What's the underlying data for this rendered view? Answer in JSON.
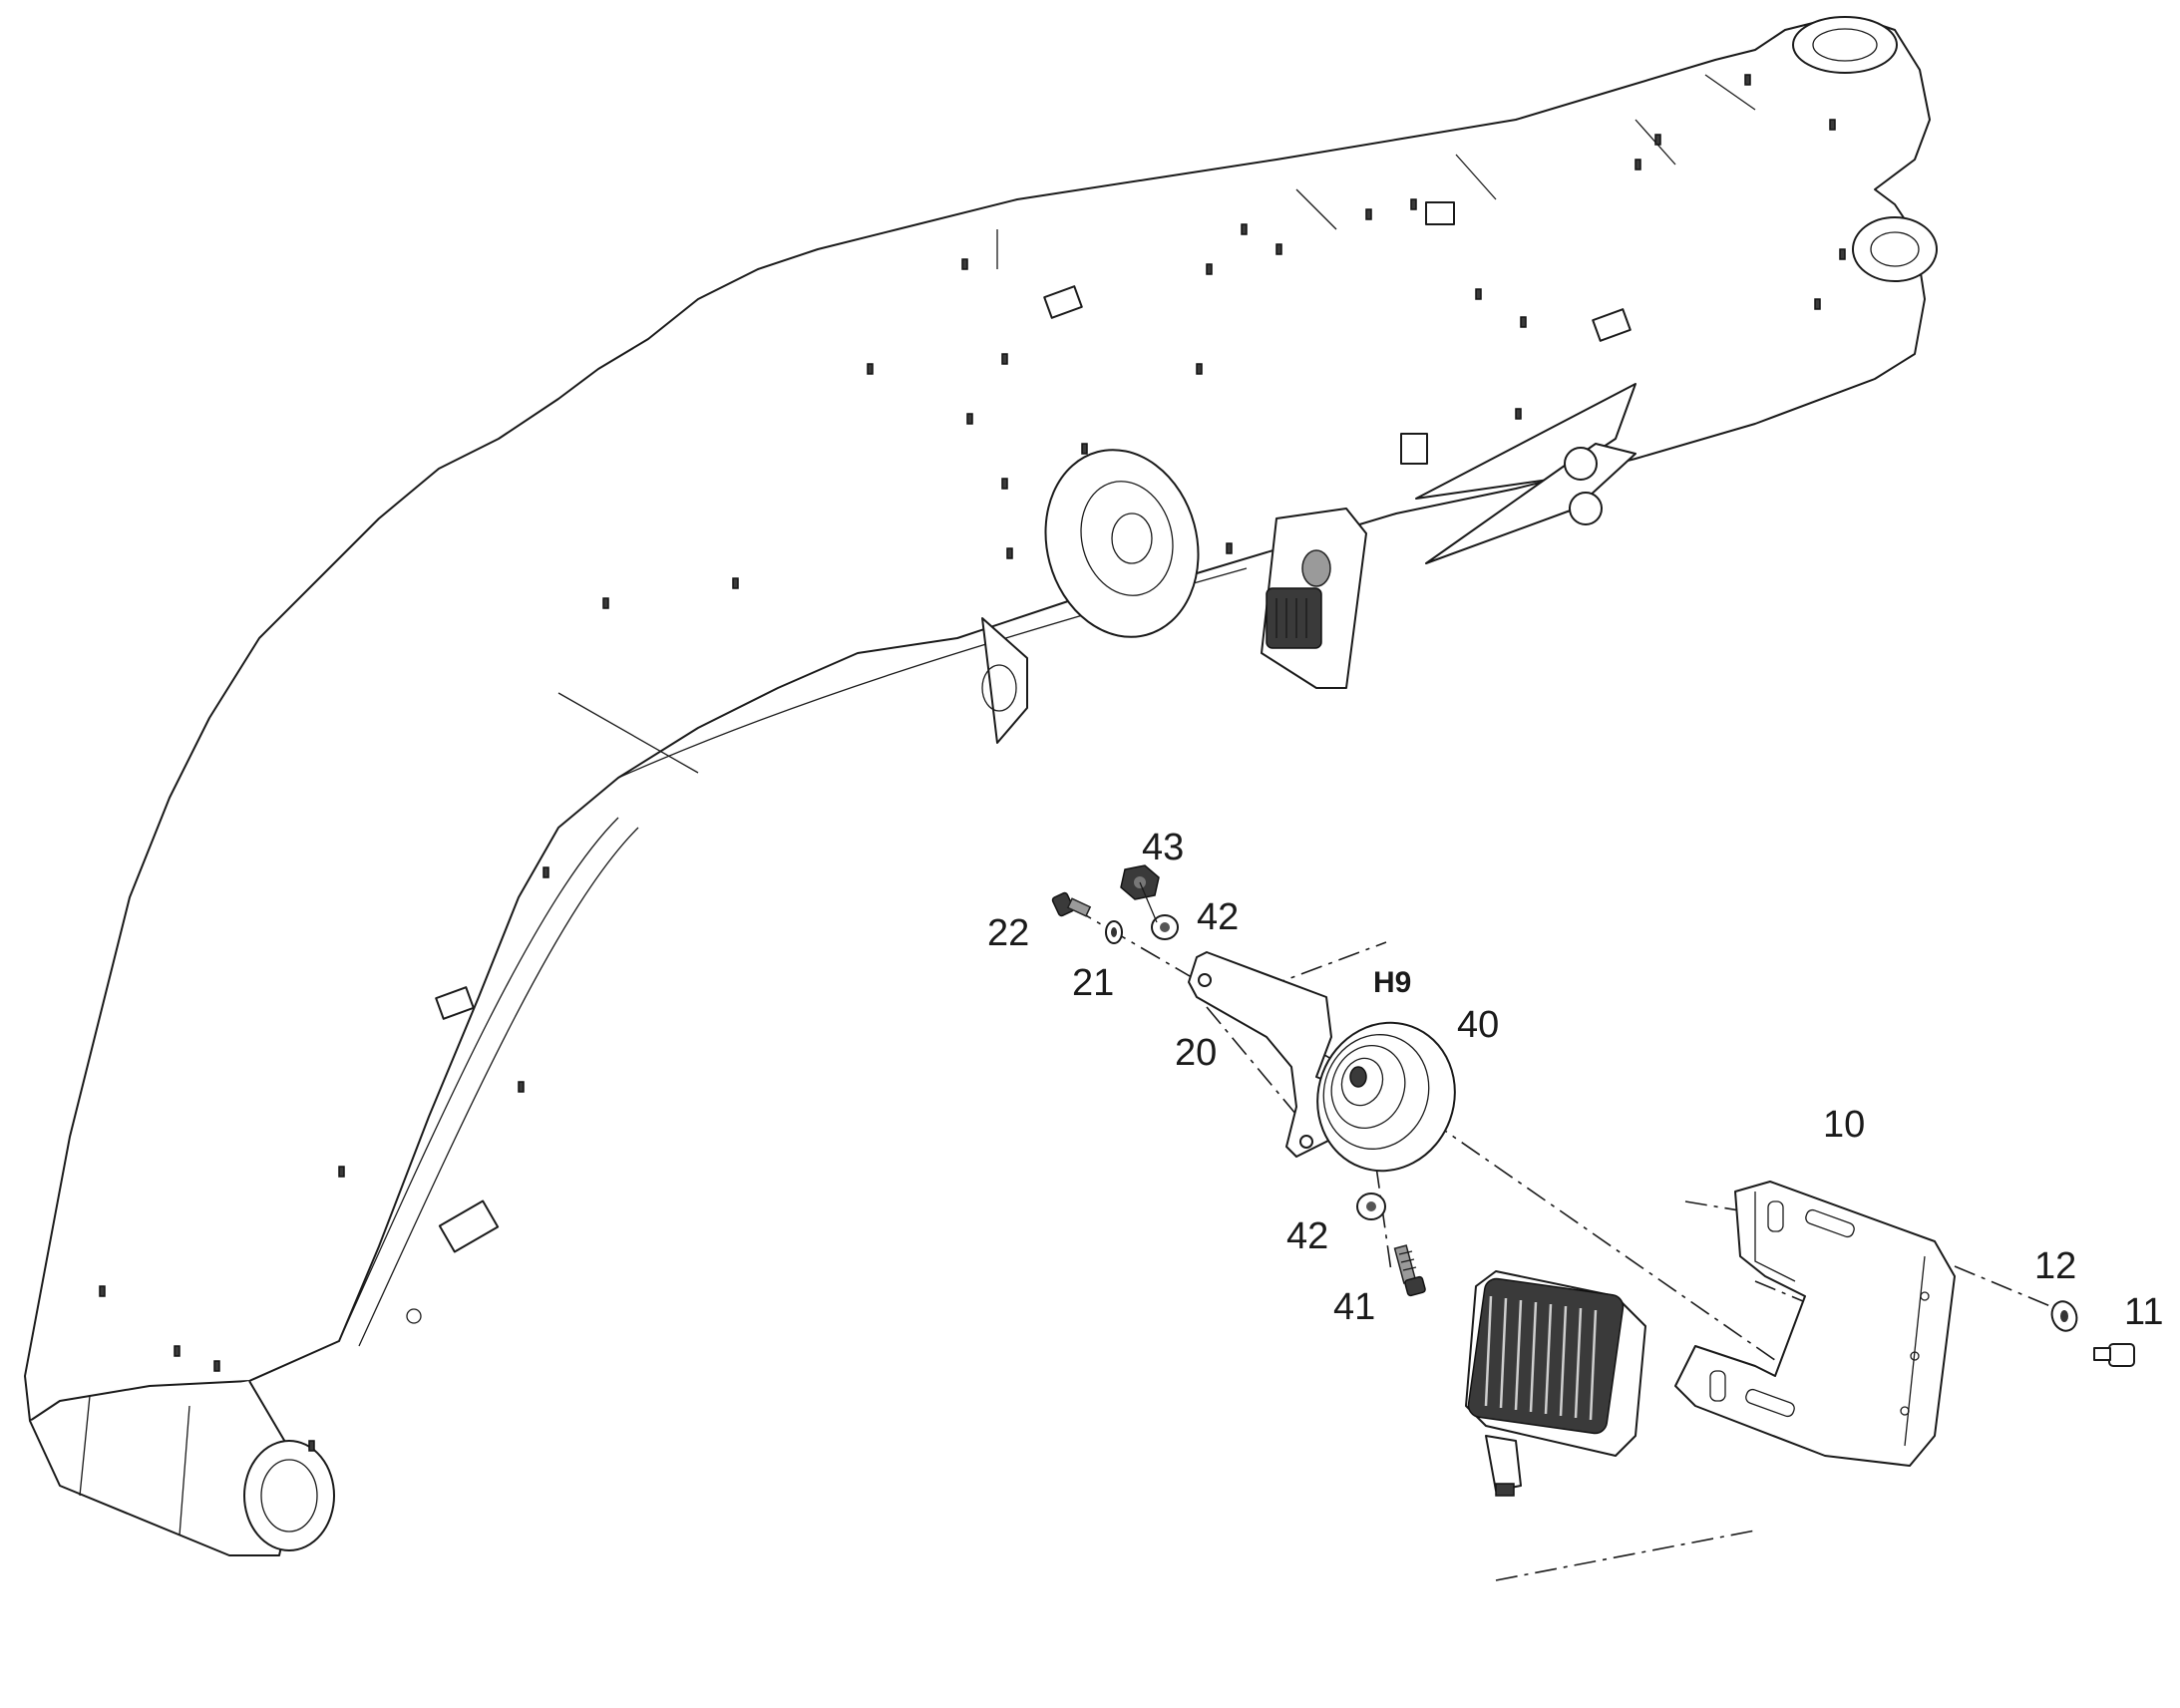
{
  "callouts": [
    {
      "id": "label-43",
      "text": "43"
    },
    {
      "id": "label-42-top",
      "text": "42"
    },
    {
      "id": "label-22",
      "text": "22"
    },
    {
      "id": "label-21",
      "text": "21"
    },
    {
      "id": "label-20",
      "text": "20"
    },
    {
      "id": "label-h9",
      "text": "H9"
    },
    {
      "id": "label-40",
      "text": "40"
    },
    {
      "id": "label-10",
      "text": "10"
    },
    {
      "id": "label-42-bottom",
      "text": "42"
    },
    {
      "id": "label-41",
      "text": "41"
    },
    {
      "id": "label-12",
      "text": "12"
    },
    {
      "id": "label-11",
      "text": "11"
    }
  ]
}
